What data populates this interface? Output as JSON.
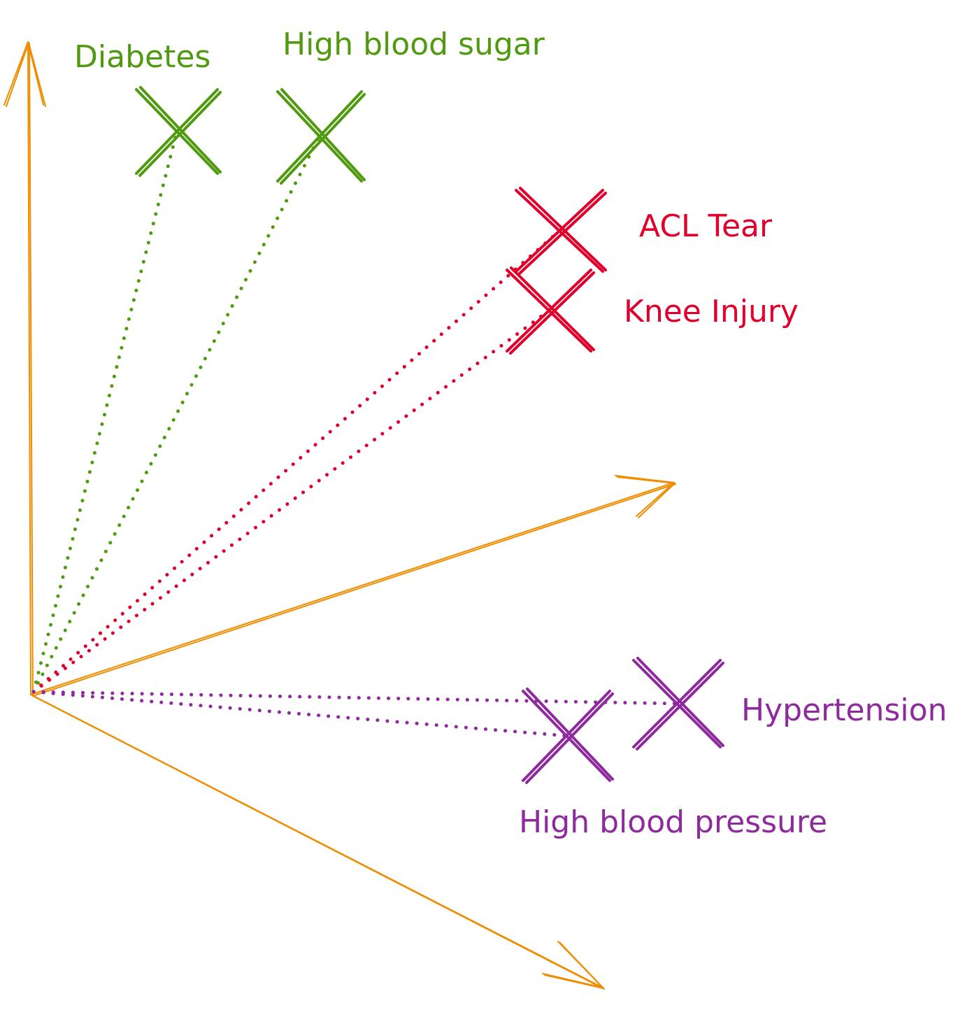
{
  "colors": {
    "axis": "#f08c00",
    "green": "#4f9a0e",
    "red": "#e0002b",
    "purple": "#8f2a9e"
  },
  "axes": [
    {
      "name": "axis-up",
      "direction": "up"
    },
    {
      "name": "axis-right-upper",
      "direction": "right-upper"
    },
    {
      "name": "axis-right-lower",
      "direction": "right-lower"
    }
  ],
  "clusters": [
    {
      "name": "metabolic",
      "color": "green",
      "points": [
        {
          "id": "diabetes",
          "label": "Diabetes"
        },
        {
          "id": "high-blood-sugar",
          "label": "High blood sugar"
        }
      ]
    },
    {
      "name": "knee",
      "color": "red",
      "points": [
        {
          "id": "acl-tear",
          "label": "ACL Tear"
        },
        {
          "id": "knee-injury",
          "label": "Knee Injury"
        }
      ]
    },
    {
      "name": "blood-pressure",
      "color": "purple",
      "points": [
        {
          "id": "hypertension",
          "label": "Hypertension"
        },
        {
          "id": "high-blood-pressure",
          "label": "High blood pressure"
        }
      ]
    }
  ]
}
